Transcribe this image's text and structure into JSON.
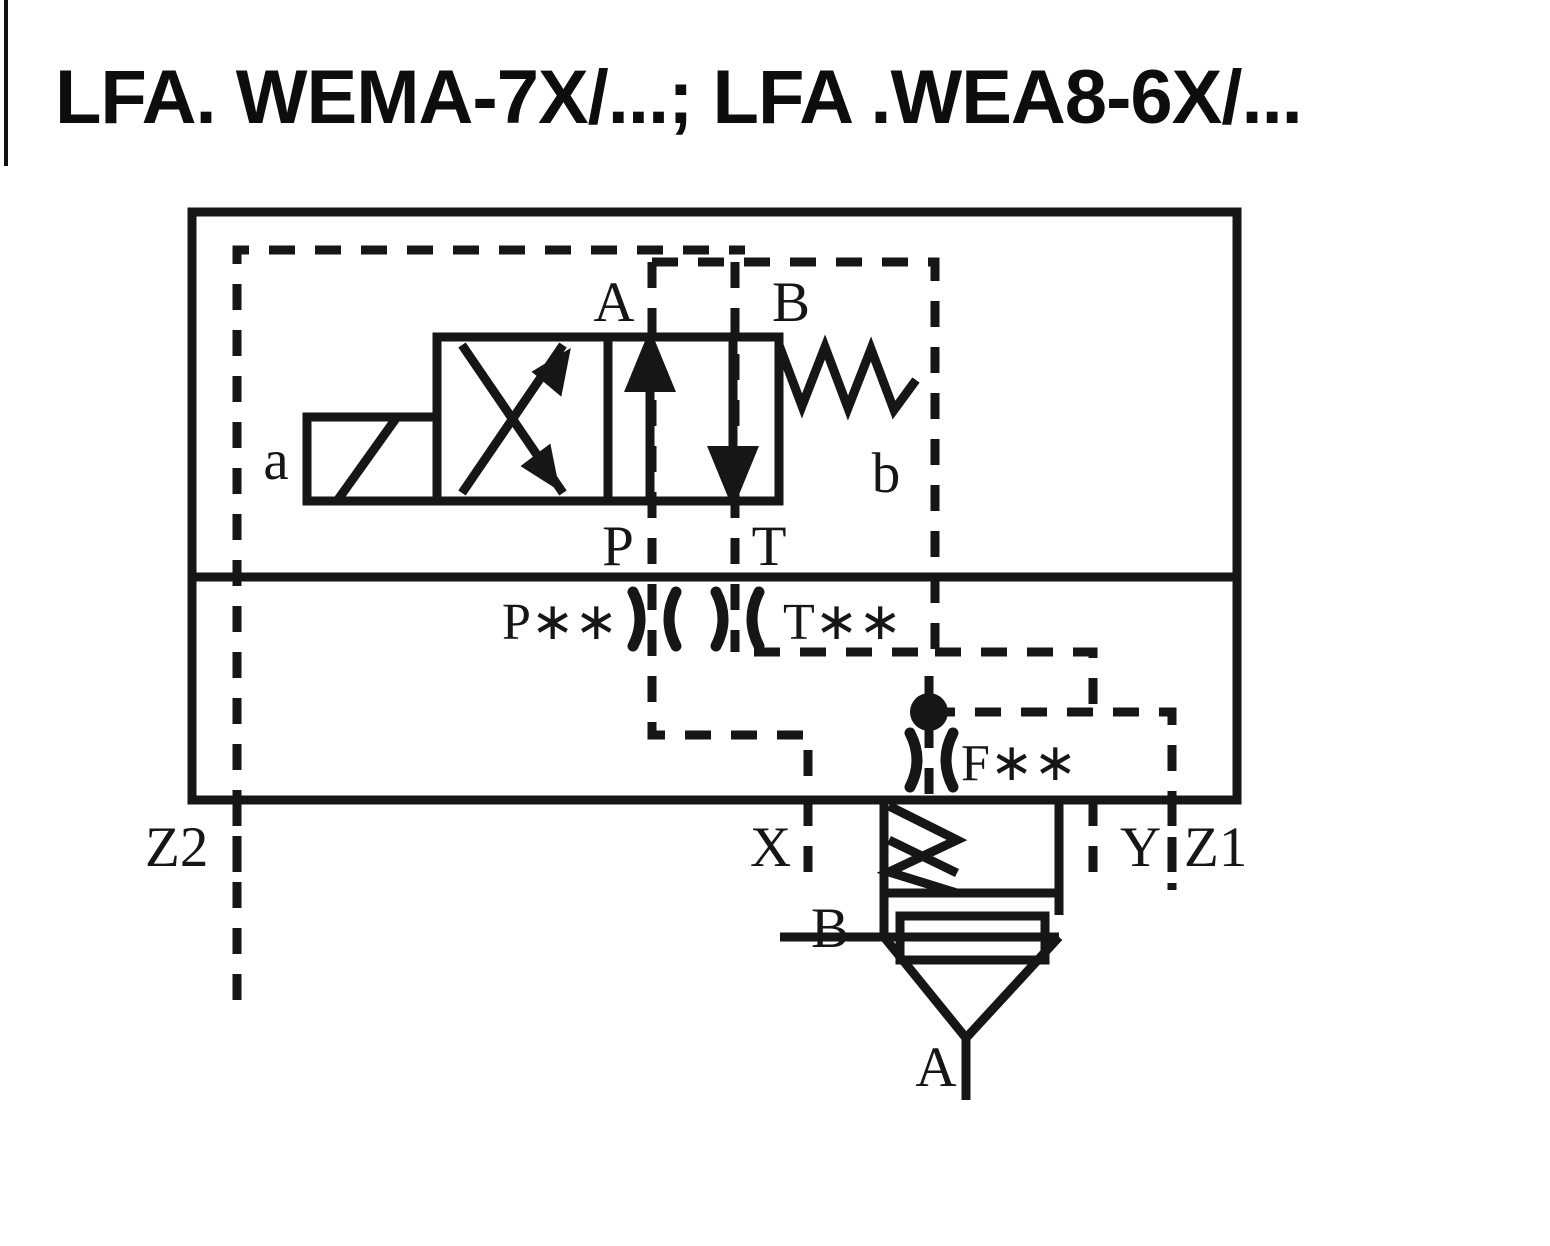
{
  "title": "LFA. WEMA-7X/...; LFA .WEA8-6X/...",
  "diagram": {
    "type": "hydraulic-schematic",
    "description": "Cartridge valve with pilot control cover and solenoid directional valve",
    "pilot_valve": {
      "solenoid_label": "a",
      "spring_label": "b",
      "ports": {
        "work_a": "A",
        "work_b": "B",
        "pressure": "P",
        "tank": "T"
      }
    },
    "orifices": [
      {
        "name": "orifice-p",
        "label": "P∗∗"
      },
      {
        "name": "orifice-t",
        "label": "T∗∗"
      },
      {
        "name": "orifice-f",
        "label": "F∗∗"
      }
    ],
    "external_ports": [
      {
        "name": "port-z2",
        "label": "Z2"
      },
      {
        "name": "port-x",
        "label": "X"
      },
      {
        "name": "port-y",
        "label": "Y"
      },
      {
        "name": "port-z1",
        "label": "Z1"
      }
    ],
    "main_valve": {
      "port_b": "B",
      "port_a": "A"
    },
    "colors": {
      "line": "#161616",
      "background": "#ffffff"
    }
  }
}
